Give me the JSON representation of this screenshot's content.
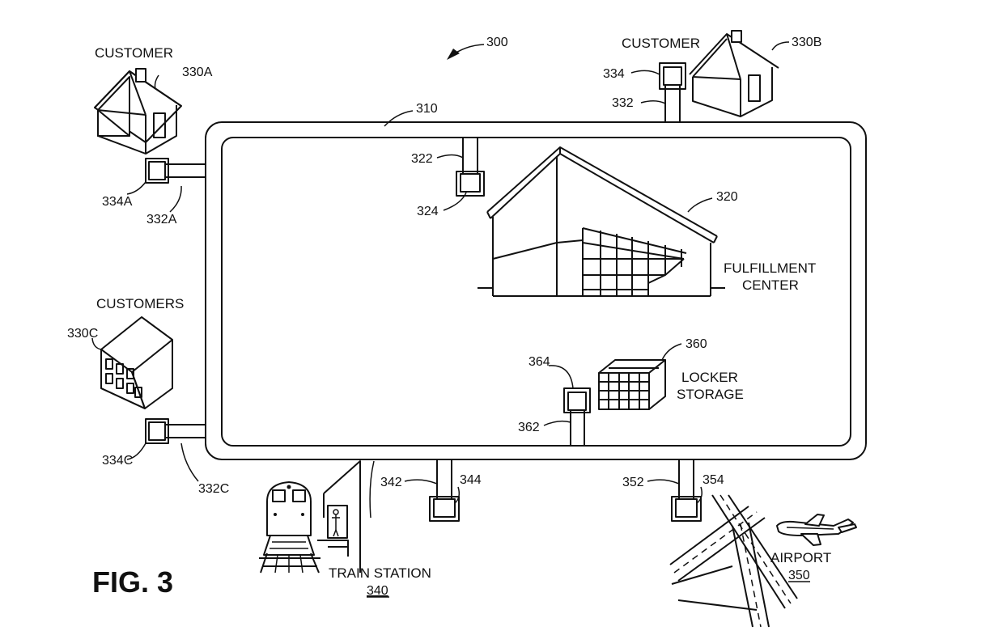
{
  "figure": {
    "number": "FIG. 3",
    "ref_300": "300",
    "network": {
      "ref": "310"
    },
    "fulfillment_center": {
      "label_1": "FULFILLMENT",
      "label_2": "CENTER",
      "ref": "320",
      "conduit_ref": "322",
      "port_ref": "324"
    },
    "customer_a": {
      "label": "CUSTOMER",
      "ref": "330A",
      "conduit_ref": "332A",
      "port_ref": "334A"
    },
    "customer_b": {
      "label": "CUSTOMER",
      "ref": "330B",
      "conduit_ref": "332",
      "port_ref": "334"
    },
    "customers_c": {
      "label": "CUSTOMERS",
      "ref": "330C",
      "conduit_ref": "332C",
      "port_ref": "334C"
    },
    "train_station": {
      "label": "TRAIN STATION",
      "ref": "340",
      "conduit_ref": "342",
      "port_ref": "344"
    },
    "airport": {
      "label": "AIRPORT",
      "ref": "350",
      "conduit_ref": "352",
      "port_ref": "354"
    },
    "locker_storage": {
      "label_1": "LOCKER",
      "label_2": "STORAGE",
      "ref": "360",
      "conduit_ref": "362",
      "port_ref": "364"
    }
  }
}
